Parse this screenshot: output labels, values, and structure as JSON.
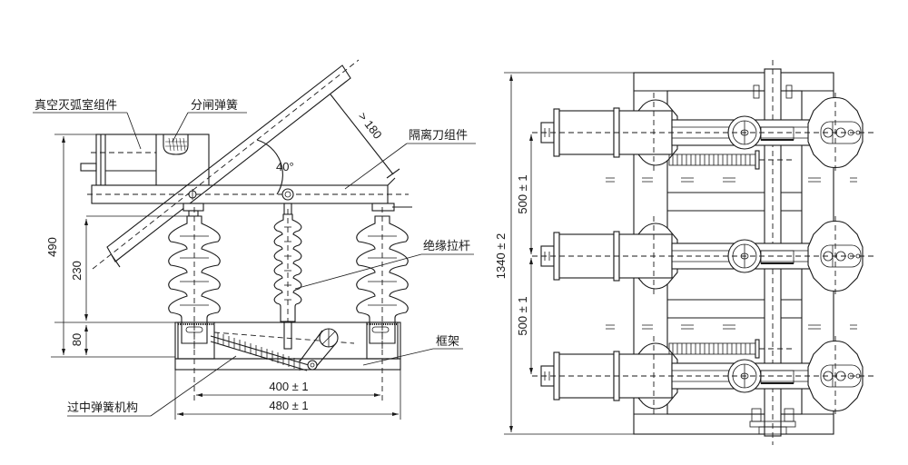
{
  "diagram": {
    "title": "Isolating switch with vacuum interrupter — outline drawing",
    "side_view": {
      "labels": {
        "vacuum_interrupter": "真空灭弧室组件",
        "opening_spring": "分闸弹簧",
        "isolating_blade": "隔离刀组件",
        "insulating_rod": "绝缘拉杆",
        "frame": "框架",
        "over_center_spring": "过中弹簧机构"
      },
      "dimensions": {
        "total_height": "490",
        "insulator_height": "230",
        "frame_height": "80",
        "blade_clearance": "> 180",
        "opening_angle": "40°",
        "mounting_inner": "400 ± 1",
        "mounting_outer": "480 ± 1"
      }
    },
    "top_view": {
      "dimensions": {
        "overall_length": "1340 ± 2",
        "phase_spacing_upper": "500 ± 1",
        "phase_spacing_lower": "500 ± 1"
      },
      "phase_count": 3
    }
  }
}
